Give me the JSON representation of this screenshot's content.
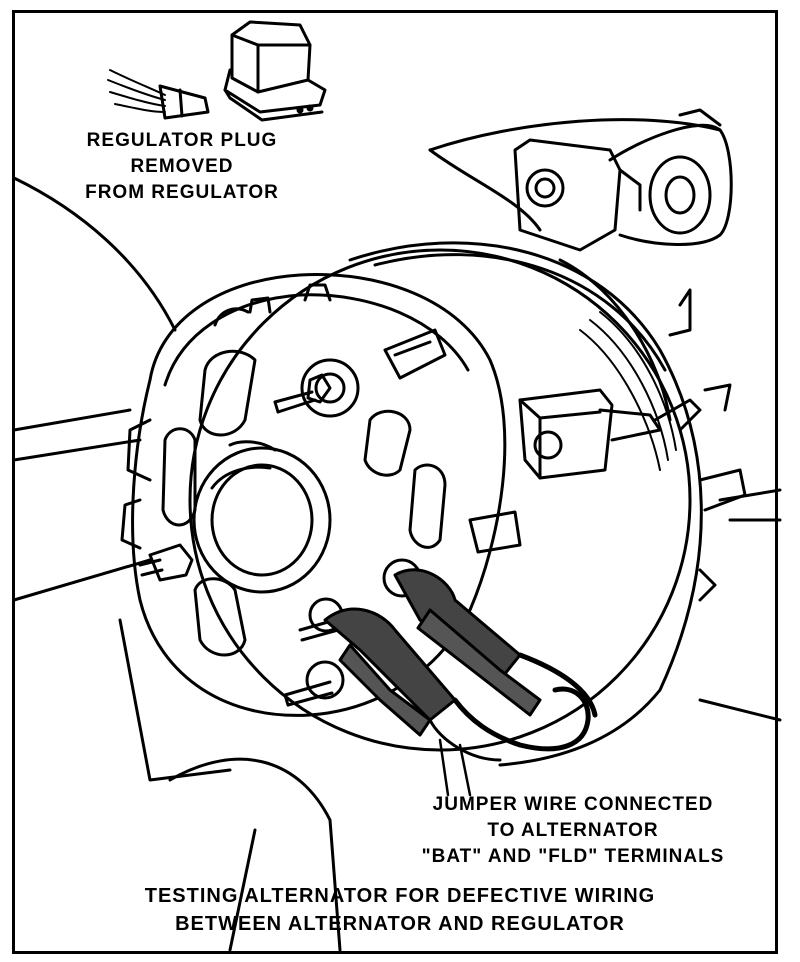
{
  "labels": {
    "regulator_plug": [
      "REGULATOR PLUG",
      "REMOVED",
      "FROM REGULATOR"
    ],
    "jumper_wire": [
      "JUMPER WIRE CONNECTED",
      "TO ALTERNATOR",
      "\"BAT\" AND \"FLD\" TERMINALS"
    ]
  },
  "caption": [
    "TESTING ALTERNATOR FOR DEFECTIVE WIRING",
    "BETWEEN ALTERNATOR AND REGULATOR"
  ],
  "colors": {
    "ink": "#000000",
    "paper": "#ffffff"
  }
}
